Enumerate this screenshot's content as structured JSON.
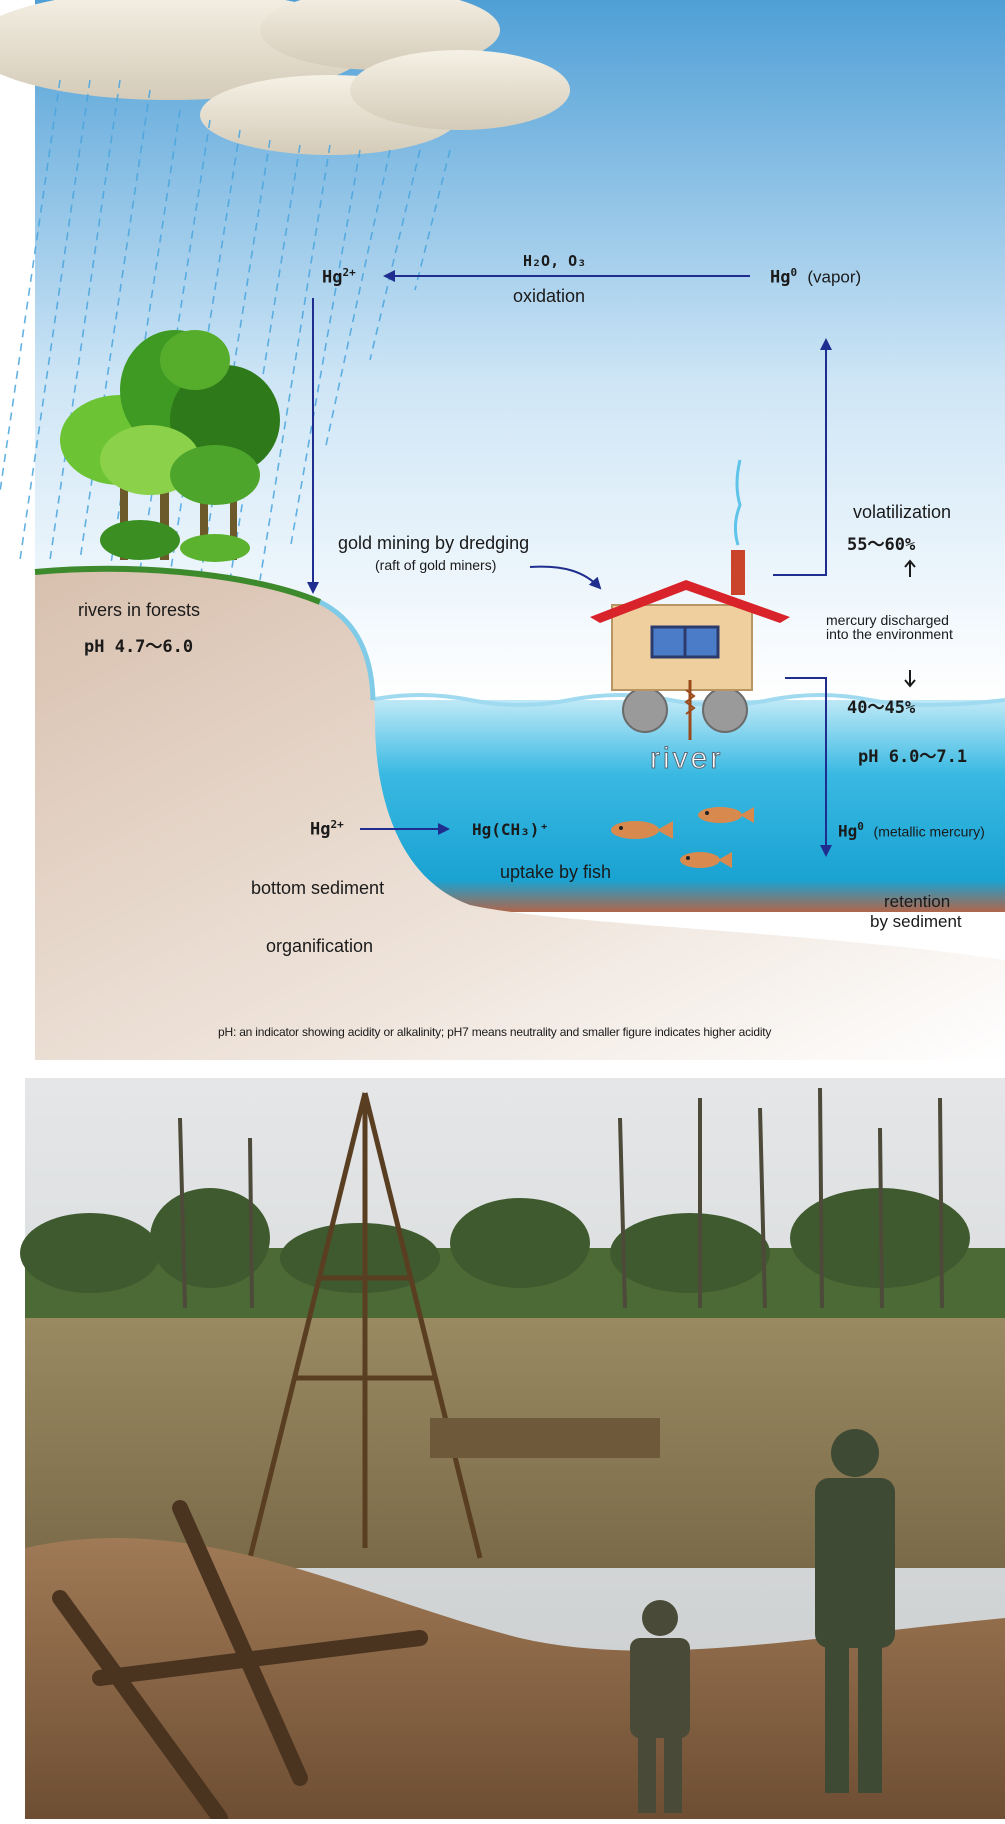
{
  "diagram": {
    "hg2_top": "Hg",
    "hg2_top_sup": "2+",
    "oxidation_agents": "H₂O, O₃",
    "oxidation": "oxidation",
    "hg0_vapor": "Hg",
    "hg0_vapor_sup": "0",
    "hg0_vapor_suffix": "(vapor)",
    "volatilization": "volatilization",
    "volatilization_pct": "55～60%",
    "discharged_line1": "mercury discharged",
    "discharged_line2": "into the environment",
    "sediment_pct": "40～45%",
    "river_ph": "pH 6.0～7.1",
    "gold_mining": "gold mining by dredging",
    "raft": "(raft of gold miners)",
    "forest_rivers": "rivers in forests",
    "forest_ph": "pH 4.7～6.0",
    "river": "river",
    "hg2_bottom": "Hg",
    "hg2_bottom_sup": "2+",
    "methyl": "Hg(CH₃)⁺",
    "uptake": "uptake by fish",
    "hg0_metallic": "Hg",
    "hg0_metallic_sup": "0",
    "hg0_metallic_suffix": "(metallic mercury)",
    "bottom_sediment": "bottom sediment",
    "organification": "organification",
    "retention_line1": "retention",
    "retention_line2": "by sediment",
    "footnote": "pH:  an indicator showing acidity or alkalinity; pH7 means neutrality and smaller figure indicates higher acidity"
  },
  "colors": {
    "sky_top": "#5aa6d8",
    "water": "#24aedb",
    "sediment": "#a86a4c",
    "arrow": "#1f2d8f",
    "roof": "#d8232a"
  }
}
